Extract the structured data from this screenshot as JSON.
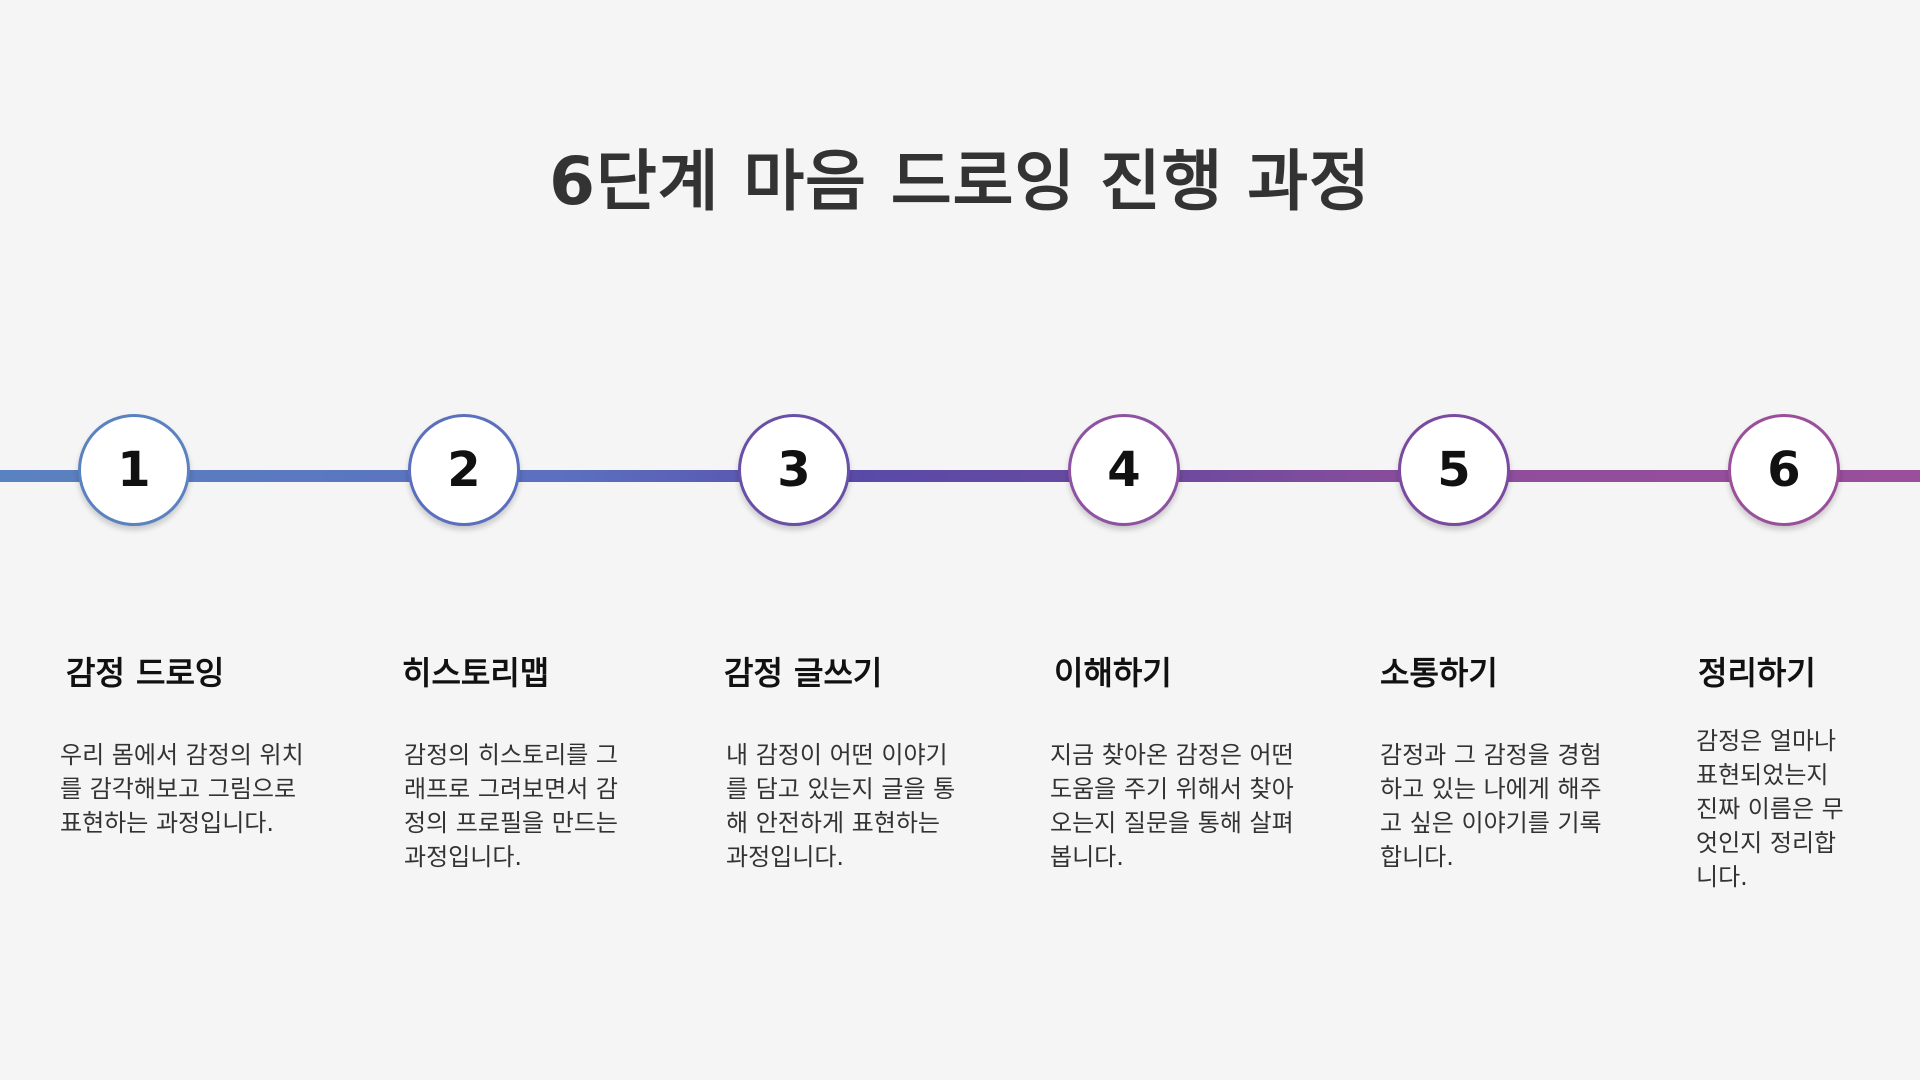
{
  "title": "6단계 마음 드로잉 진행 과정",
  "colors": {
    "line_start": "#5b82c0",
    "line_end": "#9a4f9a",
    "background": "#f5f5f5"
  },
  "steps": [
    {
      "number": "1",
      "title": "감정 드로잉",
      "desc": "우리 몸에서 감정의 위치를 감각해보고 그림으로 표현하는 과정입니다.",
      "color": "#5b82c0"
    },
    {
      "number": "2",
      "title": "히스토리맵",
      "desc": "감정의 히스토리를 그래프로 그려보면서 감정의 프로필을 만드는 과정입니다.",
      "color": "#5b6fbf"
    },
    {
      "number": "3",
      "title": "감정 글쓰기",
      "desc": "내 감정이 어떤 이야기를 담고 있는지 글을 통해 안전하게 표현하는 과정입니다.",
      "color": "#6a4fa6"
    },
    {
      "number": "4",
      "title": "이해하기",
      "desc": "지금 찾아온 감정은 어떤 도움을 주기 위해서 찾아오는지 질문을 통해 살펴봅니다.",
      "color": "#8e52a2"
    },
    {
      "number": "5",
      "title": "소통하기",
      "desc": "감정과 그 감정을 경험하고 있는 나에게 해주고 싶은 이야기를 기록합니다.",
      "color": "#7a4aa0"
    },
    {
      "number": "6",
      "title": "정리하기",
      "desc": "감정은 얼마나 표현되었는지 진짜 이름은 무엇인지 정리합니다.",
      "color": "#9a4f9a"
    }
  ]
}
